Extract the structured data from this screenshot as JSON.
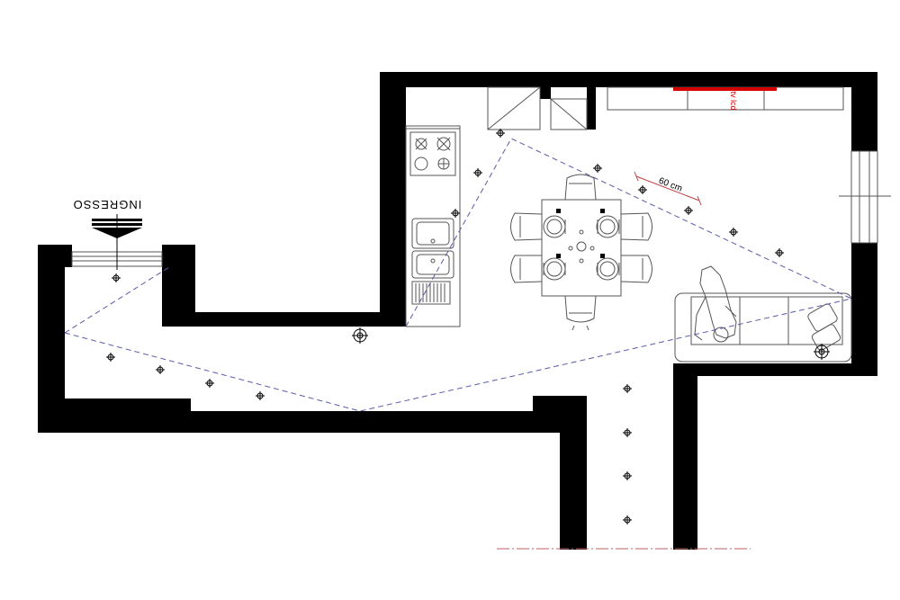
{
  "diagram": {
    "entrance_label": "INGRESSO",
    "dimension_label": "60 cm",
    "tv_label": "tv lcd"
  },
  "colors": {
    "wall": "#000000",
    "background": "#ffffff",
    "line": "#555555",
    "dashed": "#5a5aa8",
    "tv_highlight": "#d40000",
    "section_line": "#c06060"
  },
  "icons": [
    "ceiling-light-icon",
    "stove-icon",
    "sink-icon",
    "chair-icon",
    "plate-icon",
    "sofa-icon",
    "person-icon",
    "window-icon",
    "entrance-arrow-icon"
  ]
}
